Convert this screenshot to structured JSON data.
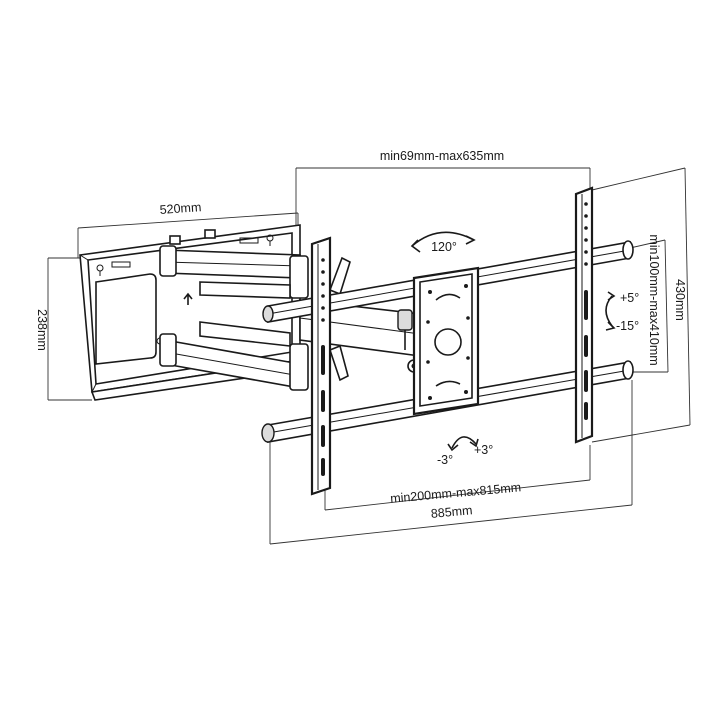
{
  "dimensions": {
    "depth": "520mm",
    "wall_plate_height": "238mm",
    "extension": "min69mm-max635mm",
    "rotation": "120°",
    "tilt_up": "+5°",
    "tilt_down": "-15°",
    "vesa_vertical": "min100mm-max410mm",
    "total_height": "430mm",
    "level_neg": "-3°",
    "level_pos": "+3°",
    "vesa_horizontal": "min200mm-max815mm",
    "total_width": "885mm"
  }
}
